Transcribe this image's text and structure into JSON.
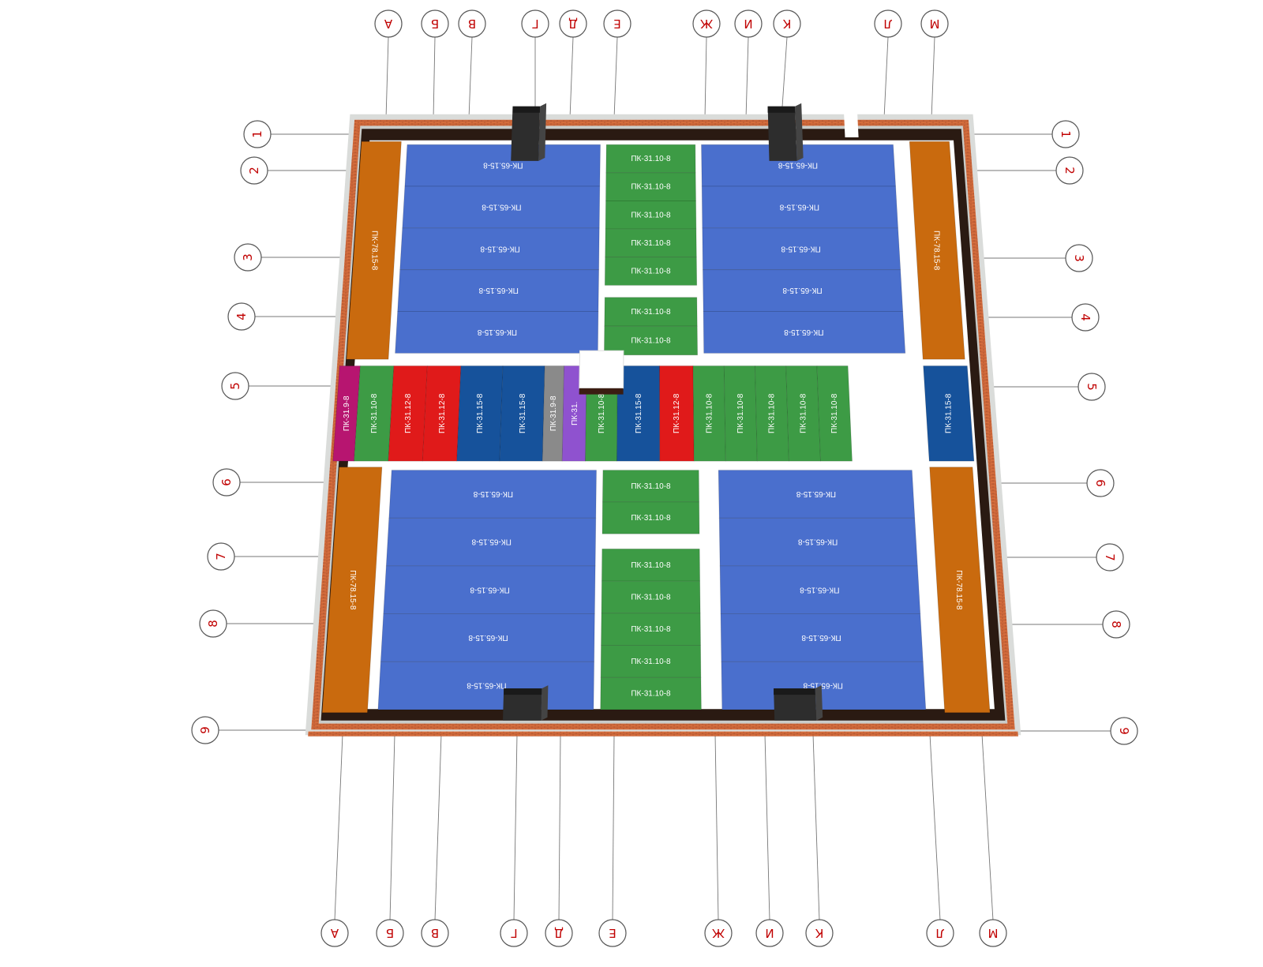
{
  "colors": {
    "background": "#ffffff",
    "brick": "#d9703e",
    "brick_line": "#a0482a",
    "edge": "#c9ccc9",
    "edge_outer": "#dadcda",
    "ring": "#2a1a12",
    "floor": "#ffffff",
    "bubble_stroke": "#555555",
    "bubble_text": "#c00000",
    "leader": "#777777",
    "slab_blue": "#4a6fcd",
    "slab_green": "#3d9b45",
    "slab_orange": "#c96a0e",
    "slab_red": "#e01a1a",
    "slab_navy": "#16529b",
    "slab_magenta": "#b71570",
    "slab_gray": "#8a8a8a",
    "slab_purple": "#8f52cf",
    "slab_text": "#ffffff",
    "chimney": "#2d2d2d"
  },
  "axes": {
    "letters": [
      {
        "id": "a",
        "label": "А"
      },
      {
        "id": "b",
        "label": "Б"
      },
      {
        "id": "v",
        "label": "В"
      },
      {
        "id": "g",
        "label": "Г"
      },
      {
        "id": "d",
        "label": "Д"
      },
      {
        "id": "e",
        "label": "Е"
      },
      {
        "id": "zh",
        "label": "Ж"
      },
      {
        "id": "i",
        "label": "И"
      },
      {
        "id": "k",
        "label": "К"
      },
      {
        "id": "l",
        "label": "Л"
      },
      {
        "id": "m",
        "label": "М"
      }
    ],
    "numbers": [
      "1",
      "2",
      "3",
      "4",
      "5",
      "6",
      "7",
      "8",
      "9"
    ]
  },
  "slabs": {
    "quadrant_top_left": {
      "color": "slab_blue",
      "labels": [
        "ПК-65.15-8",
        "ПК-65.15-8",
        "ПК-65.15-8",
        "ПК-65.15-8",
        "ПК-65.15-8"
      ]
    },
    "quadrant_top_right": {
      "color": "slab_blue",
      "labels": [
        "ПК-65.15-8",
        "ПК-65.15-8",
        "ПК-65.15-8",
        "ПК-65.15-8",
        "ПК-65.15-8"
      ]
    },
    "quadrant_bottom_left": {
      "color": "slab_blue",
      "labels": [
        "ПК-65.15-8",
        "ПК-65.15-8",
        "ПК-65.15-8",
        "ПК-65.15-8",
        "ПК-65.15-8"
      ]
    },
    "quadrant_bottom_right": {
      "color": "slab_blue",
      "labels": [
        "ПК-65.15-8",
        "ПК-65.15-8",
        "ПК-65.15-8",
        "ПК-65.15-8",
        "ПК-65.15-8"
      ]
    },
    "center_top_a": {
      "color": "slab_green",
      "labels": [
        "ПК-31.10-8",
        "ПК-31.10-8",
        "ПК-31.10-8",
        "ПК-31.10-8",
        "ПК-31.10-8"
      ]
    },
    "center_top_b": {
      "color": "slab_green",
      "labels": [
        "ПК-31.10-8",
        "ПК-31.10-8"
      ]
    },
    "center_bottom_a": {
      "color": "slab_green",
      "labels": [
        "ПК-31.10-8",
        "ПК-31.10-8"
      ]
    },
    "center_bottom_b": {
      "color": "slab_green",
      "labels": [
        "ПК-31.10-8",
        "ПК-31.10-8",
        "ПК-31.10-8",
        "ПК-31.10-8",
        "ПК-31.10-8"
      ]
    },
    "side_left_top": {
      "color": "slab_orange",
      "label": "ПК-78.15-8"
    },
    "side_left_bottom": {
      "color": "slab_orange",
      "label": "ПК-78.15-8"
    },
    "side_right_top": {
      "color": "slab_orange",
      "label": "ПК-78.15-8"
    },
    "side_right_bottom": {
      "color": "slab_orange",
      "label": "ПК-78.15-8"
    },
    "middle_row": [
      {
        "label": "ПК-31.9-8",
        "color": "slab_magenta"
      },
      {
        "label": "ПК-31.10-8",
        "color": "slab_green"
      },
      {
        "label": "ПК-31.12-8",
        "color": "slab_red"
      },
      {
        "label": "ПК-31.12-8",
        "color": "slab_red"
      },
      {
        "label": "ПК-31.15-8",
        "color": "slab_navy"
      },
      {
        "label": "ПК-31.15-8",
        "color": "slab_navy"
      },
      {
        "label": "ПК-31.9-8",
        "color": "slab_gray"
      },
      {
        "label": "ПК-31.",
        "color": "slab_purple"
      },
      {
        "label": "ПК-31.10-8",
        "color": "slab_green"
      },
      {
        "label": "ПК-31.15-8",
        "color": "slab_navy"
      },
      {
        "label": "ПК-31.12-8",
        "color": "slab_red"
      },
      {
        "label": "ПК-31.10-8",
        "color": "slab_green"
      },
      {
        "label": "ПК-31.10-8",
        "color": "slab_green"
      },
      {
        "label": "ПК-31.10-8",
        "color": "slab_green"
      },
      {
        "label": "ПК-31.10-8",
        "color": "slab_green"
      },
      {
        "label": "ПК-31.10-8",
        "color": "slab_green"
      }
    ],
    "middle_right": {
      "color": "slab_navy",
      "label": "ПК-31.15-8"
    }
  }
}
